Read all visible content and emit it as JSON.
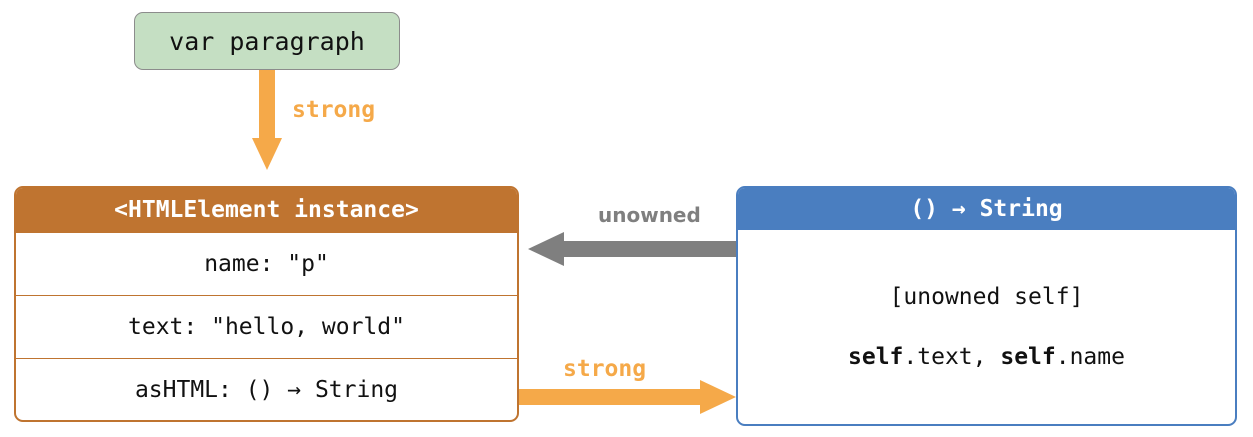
{
  "diagram": {
    "variable_box": {
      "label": "var paragraph",
      "fill_color": "#c5dfc3",
      "border_color": "#8c8c8c"
    },
    "object_box": {
      "header": "<HTMLElement instance>",
      "header_color": "#bf7430",
      "rows": [
        {
          "text": "name: \"p\""
        },
        {
          "text": "text: \"hello, world\""
        },
        {
          "text": "asHTML: () → String"
        }
      ]
    },
    "closure_box": {
      "header": "() → String",
      "header_color": "#4a7ec0",
      "lines": [
        {
          "text": "[unowned self]"
        }
      ],
      "capture_line": {
        "self_1": "self",
        "prop_1": ".text, ",
        "self_2": "self",
        "prop_2": ".name"
      }
    },
    "arrows": [
      {
        "id": "var-to-object",
        "label": "strong",
        "color": "#f5a949",
        "direction": "down"
      },
      {
        "id": "closure-to-object",
        "label": "unowned",
        "color": "#7f7f7f",
        "direction": "left"
      },
      {
        "id": "object-to-closure",
        "label": "strong",
        "color": "#f5a949",
        "direction": "right"
      }
    ]
  }
}
